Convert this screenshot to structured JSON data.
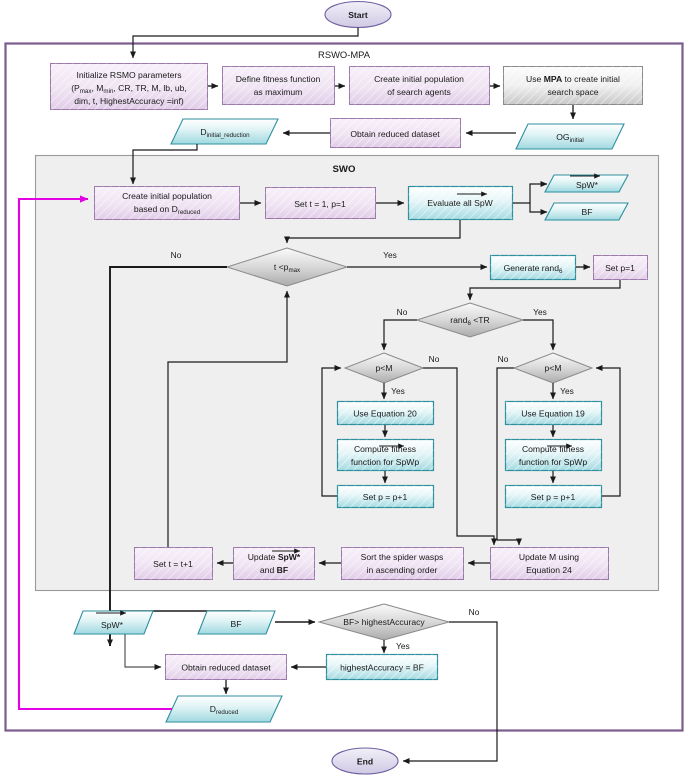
{
  "diagram": {
    "title": "RSWO-MPA flowchart",
    "outer_container_label": "RSWO-MPA",
    "inner_container_label": "SWO",
    "colors": {
      "purple_border": "#7a5c8e",
      "purple_fill_a": "#f3e9f5",
      "purple_fill_b": "#e3cfe9",
      "teal_border": "#2e8f9e",
      "teal_fill_a": "#ffffff",
      "teal_fill_b": "#a9dde4",
      "gray_border": "#8a8a8a",
      "gray_fill_a": "#fbfbfb",
      "gray_fill_b": "#c4c4c4",
      "decision_fill_b": "#b9b9b9",
      "swo_panel_fill": "#efefef",
      "magenta_line": "#e400e4",
      "line": "#1a1a1a"
    },
    "terminals": {
      "start": "Start",
      "end": "End"
    },
    "nodes": {
      "init_params_l1": "Initialize RSMO parameters",
      "init_params_l2": "(P",
      "init_params_l2_sub1": "max",
      "init_params_l2_b": ", M",
      "init_params_l2_sub2": "min",
      "init_params_l2_c": ", CR, TR, M, lb, ub,",
      "init_params_l3": "dim, t, HighestAccuracy =inf)",
      "define_fitness_l1": "Define fitness function",
      "define_fitness_l2": "as maximum",
      "create_initial_pop_l1": "Create initial population",
      "create_initial_pop_l2": "of search agents",
      "use_mpa_l1_a": "Use ",
      "use_mpa_l1_b": "MPA",
      "use_mpa_l1_c": " to create initial",
      "use_mpa_l2": "search space",
      "og_initial": "OG",
      "og_initial_sub": "initial",
      "obtain_reduced_dataset_top": "Obtain reduced dataset",
      "d_initial_reduction": "D",
      "d_initial_reduction_sub": "initial_reduction",
      "create_pop_dreduced_l1": "Create initial population",
      "create_pop_dreduced_l2_a": "based on D",
      "create_pop_dreduced_l2_sub": "reduced",
      "set_t1_p1": "Set t = 1, p=1",
      "evaluate_all_spw_a": "Evaluate all ",
      "evaluate_all_spw_b": "SpW",
      "spw_star_top": "SpW*",
      "bf_top": "BF",
      "t_lt_pmax_a": "t <p",
      "t_lt_pmax_sub": "max",
      "generate_rand6_a": "Generate rand",
      "generate_rand6_sub": "6",
      "set_p1": "Set p=1",
      "rand6_lt_tr_a": "rand",
      "rand6_lt_tr_sub": "6",
      "rand6_lt_tr_b": " <TR",
      "p_lt_m_left": "p<M",
      "p_lt_m_right": "p<M",
      "use_eq_20": "Use Equation 20",
      "use_eq_19": "Use Equation 19",
      "compute_fitness_l1": "Compute fitness",
      "compute_fitness_l2_a": "function for ",
      "compute_fitness_l2_b": "SpWp",
      "set_p_pp1_left": "Set p = p+1",
      "set_p_pp1_right": "Set p = p+1",
      "update_m_l1": "Update M using",
      "update_m_l2": "Equation 24",
      "sort_wasps_l1": "Sort the spider wasps",
      "sort_wasps_l2": "in ascending order",
      "update_spw_l1_a": "Update ",
      "update_spw_l1_b": "SpW*",
      "update_spw_l2_a": "and ",
      "update_spw_l2_b": "BF",
      "set_t_tp1": "Set t = t+1",
      "spw_star_bottom": "SpW*",
      "bf_bottom": "BF",
      "bf_gt_highestaccuracy": "BF> highestAccuracy",
      "highestaccuracy_eq_bf": "highestAccuracy = BF",
      "obtain_reduced_dataset_bottom": "Obtain reduced dataset",
      "d_reduced": "D",
      "d_reduced_sub": "reduced"
    },
    "edge_labels": {
      "no_tpmax": "No",
      "yes_tpmax": "Yes",
      "no_rand6": "No",
      "yes_rand6": "Yes",
      "no_pm_left": "No",
      "yes_pm_left": "Yes",
      "no_pm_right": "No",
      "yes_pm_right": "Yes",
      "no_bf": "No",
      "yes_bf": "Yes"
    }
  }
}
